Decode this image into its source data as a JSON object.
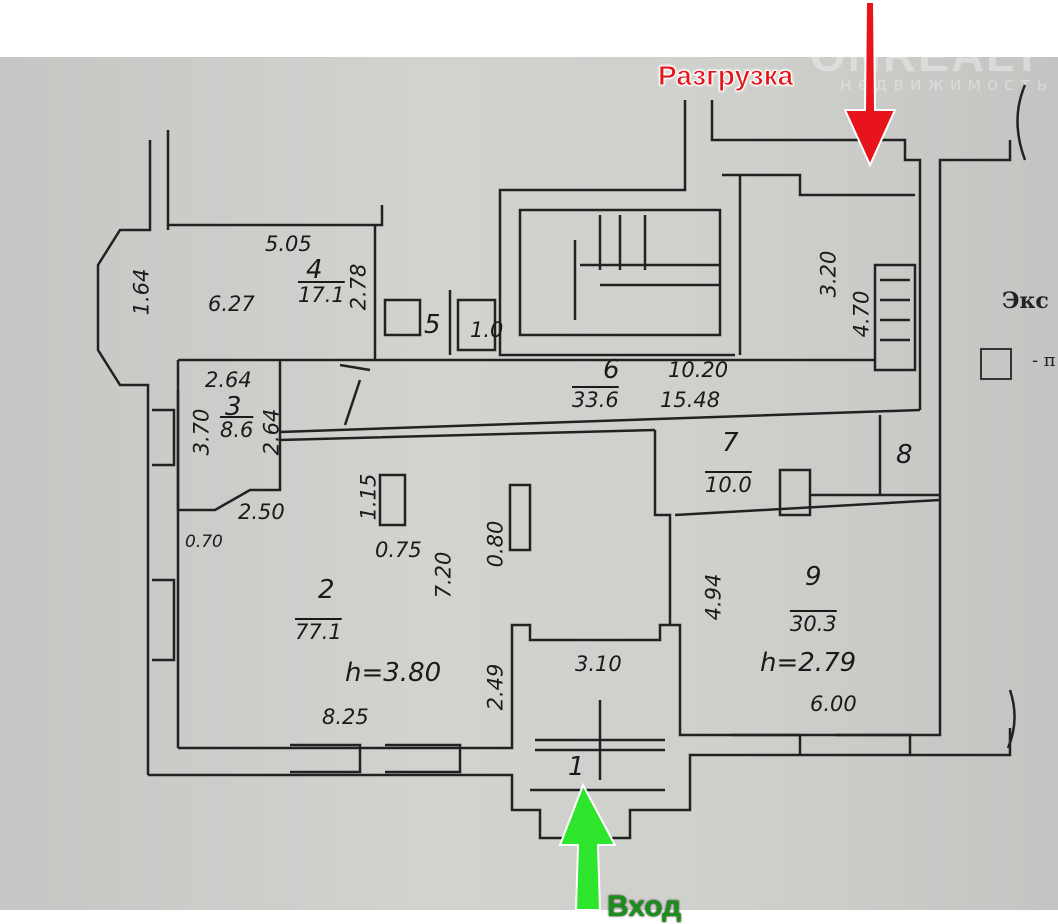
{
  "annotations": {
    "unloading": "Разгрузка",
    "entrance": "Вход",
    "watermark": "ONREALT",
    "watermark_sub": "недвижимость"
  },
  "legend": {
    "title": "Экс",
    "item": "- п"
  },
  "rooms": {
    "r4": {
      "num": "4",
      "area": "17.1",
      "w": "5.05",
      "l": "6.27",
      "d1": "1.64",
      "d2": "2.78"
    },
    "r5": {
      "num": "5",
      "area": "1.0"
    },
    "r6": {
      "num": "6",
      "area": "33.6",
      "d1": "10.20",
      "d2": "15.48"
    },
    "stair": {
      "d1": "3.20",
      "d2": "4.70"
    },
    "r3": {
      "num": "3",
      "area": "8.6",
      "d1": "2.64",
      "d2": "3.70",
      "d3": "2.64"
    },
    "r7": {
      "num": "7",
      "area": "10.0"
    },
    "r8": {
      "num": "8"
    },
    "r2": {
      "num": "2",
      "area": "77.1",
      "h": "h=3.80",
      "d1": "1.15",
      "d2": "2.50",
      "d3": "0.70",
      "d4": "0.75",
      "d5": "0.80",
      "d6": "7.20",
      "d7": "8.25",
      "d8": "2.49"
    },
    "r9": {
      "num": "9",
      "area": "30.3",
      "h": "h=2.79",
      "d1": "4.94",
      "d2": "6.00"
    },
    "r1": {
      "num": "1",
      "d1": "3.10"
    }
  },
  "colors": {
    "unload_arrow": "#e8141b",
    "enter_arrow": "#2ee62e"
  }
}
